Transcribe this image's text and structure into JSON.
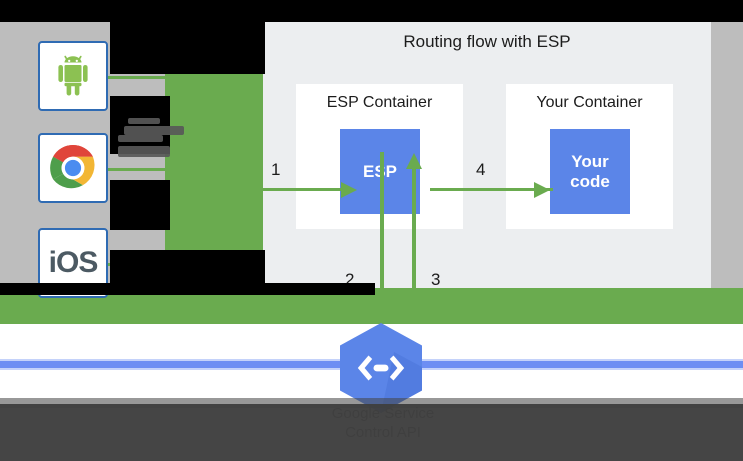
{
  "diagram": {
    "title": "Routing flow with ESP",
    "type": "flow",
    "containers": [
      {
        "title": "ESP Container",
        "node_label": "ESP"
      },
      {
        "title": "Your Container",
        "node_label_line1": "Your",
        "node_label_line2": "code"
      }
    ],
    "steps": [
      {
        "number": "1",
        "description": "client request enters ESP container"
      },
      {
        "number": "2",
        "description": "ESP calls Google Service Control API"
      },
      {
        "number": "3",
        "description": "Service Control API responds to ESP"
      },
      {
        "number": "4",
        "description": "ESP forwards request to your code"
      }
    ],
    "service_control": {
      "label_line1": "Google Service",
      "label_line2": "Control API",
      "icon": "endpoints-hexagon-icon"
    }
  },
  "clients": [
    {
      "name": "android",
      "icon": "android-robot-icon",
      "label": ""
    },
    {
      "name": "chrome",
      "icon": "chrome-browser-icon",
      "label": ""
    },
    {
      "name": "ios",
      "icon": "ios-text-icon",
      "label": "iOS"
    }
  ],
  "colors": {
    "flow_green": "#6aab4f",
    "node_blue": "#5b85e8",
    "panel_grey": "#eceef0",
    "card_white": "#ffffff",
    "rule_blue": "#6d8ef3",
    "tile_border_blue": "#2f6bb3",
    "occluder_black": "#000000",
    "footer_dark": "#3f3f3f"
  }
}
